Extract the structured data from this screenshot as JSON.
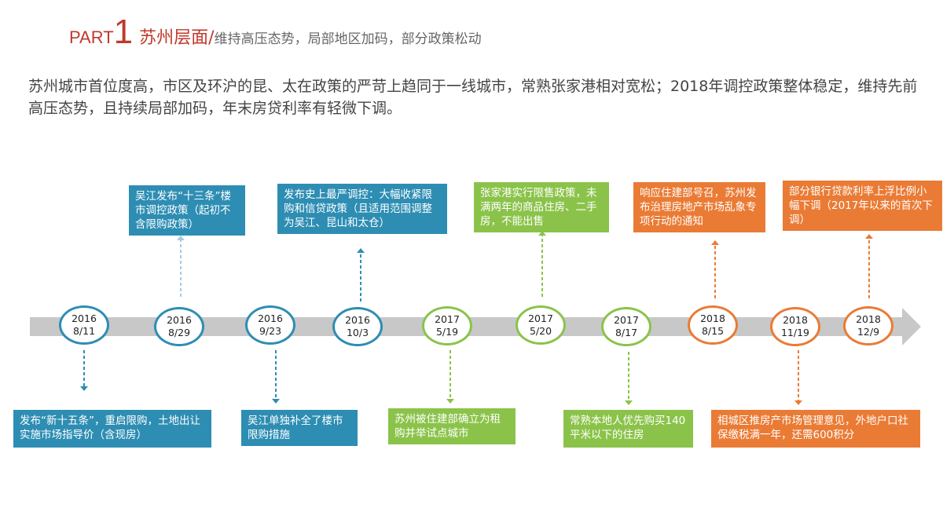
{
  "header": {
    "part": "PART",
    "part_number": "1",
    "title": "苏州层面",
    "slash": "/",
    "subtitle": "维持高压态势，局部地区加码，部分政策松动"
  },
  "summary": "苏州城市首位度高，市区及环沪的昆、太在政策的严苛上趋同于一线城市，常熟张家港相对宽松；2018年调控政策整体稳定，维持先前高压态势，且持续局部加码，年末房贷利率有轻微下调。",
  "colors": {
    "teal": "#2e8db3",
    "green": "#8bc34a",
    "orange": "#ea7b35",
    "arrow": "#c8c8c8"
  },
  "timeline": [
    {
      "year": "2016",
      "date": "8/11",
      "color": "teal",
      "position": "below",
      "text": "发布“新十五条”，重启限购，土地出让实施市场指导价（含现房）"
    },
    {
      "year": "2016",
      "date": "8/29",
      "color": "teal",
      "position": "above",
      "text": "吴江发布“十三条”楼市调控政策（起初不含限购政策）"
    },
    {
      "year": "2016",
      "date": "9/23",
      "color": "teal",
      "position": "below",
      "text": "吴江单独补全了楼市限购措施"
    },
    {
      "year": "2016",
      "date": "10/3",
      "color": "teal",
      "position": "above",
      "text": "发布史上最严调控：大幅收紧限购和信贷政策（且适用范围调整为吴江、昆山和太仓）"
    },
    {
      "year": "2017",
      "date": "5/19",
      "color": "green",
      "position": "below",
      "text": "苏州被住建部确立为租购并举试点城市"
    },
    {
      "year": "2017",
      "date": "5/20",
      "color": "green",
      "position": "above",
      "text": "张家港实行限售政策，未满两年的商品住房、二手房，不能出售"
    },
    {
      "year": "2017",
      "date": "8/17",
      "color": "green",
      "position": "below",
      "text": "常熟本地人优先购买140平米以下的住房"
    },
    {
      "year": "2018",
      "date": "8/15",
      "color": "orange",
      "position": "above",
      "text": "响应住建部号召，苏州发布治理房地产市场乱象专项行动的通知"
    },
    {
      "year": "2018",
      "date": "11/19",
      "color": "orange",
      "position": "below",
      "text": "相城区推房产市场管理意见，外地户口社保缴税满一年，还需600积分"
    },
    {
      "year": "2018",
      "date": "12/9",
      "color": "orange",
      "position": "above",
      "text": "部分银行贷款利率上浮比例小幅下调（2017年以来的首次下调）"
    }
  ]
}
